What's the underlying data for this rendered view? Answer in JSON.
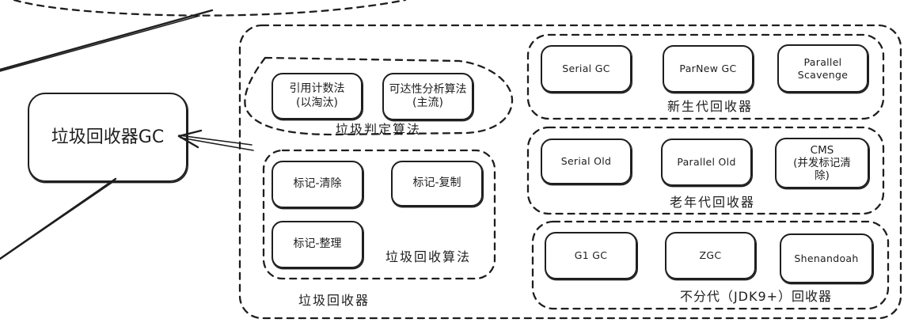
{
  "canvas": {
    "background": "#ffffff",
    "stroke_color": "#1e1e1e"
  },
  "root": {
    "label": "垃圾回收器GC"
  },
  "garbage_collector": {
    "label": "垃圾回收器",
    "judgement_algorithms": {
      "label": "垃圾判定算法",
      "nodes": [
        {
          "label": "引用计数法\n(以淘汰)"
        },
        {
          "label": "可达性分析算法\n(主流)"
        }
      ]
    },
    "collection_algorithms": {
      "label": "垃圾回收算法",
      "nodes": [
        {
          "label": "标记-清除"
        },
        {
          "label": "标记-复制"
        },
        {
          "label": "标记-整理"
        }
      ]
    },
    "young_generation": {
      "label": "新生代回收器",
      "nodes": [
        {
          "label": "Serial GC"
        },
        {
          "label": "ParNew GC"
        },
        {
          "label": "Parallel\nScavenge"
        }
      ]
    },
    "old_generation": {
      "label": "老年代回收器",
      "nodes": [
        {
          "label": "Serial Old"
        },
        {
          "label": "Parallel Old"
        },
        {
          "label": "CMS\n(并发标记清\n除)"
        }
      ]
    },
    "non_generational": {
      "label": "不分代（JDK9+）回收器",
      "nodes": [
        {
          "label": "G1 GC"
        },
        {
          "label": "ZGC"
        },
        {
          "label": "Shenandoah"
        }
      ]
    }
  },
  "edges": [
    {
      "from": "垃圾回收器",
      "to": "垃圾回收器GC",
      "style": "arrow"
    }
  ]
}
